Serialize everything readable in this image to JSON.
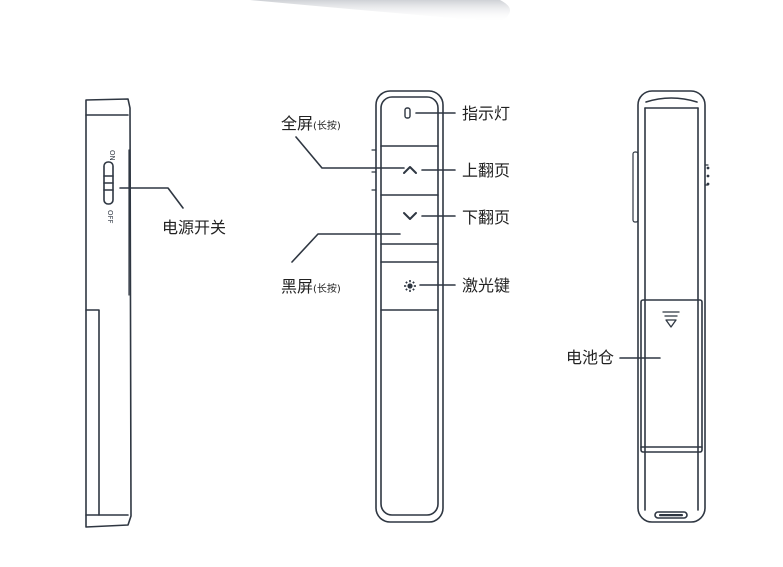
{
  "labels": {
    "power_switch": "电源开关",
    "fullscreen": "全屏",
    "fullscreen_note": "(长按)",
    "blackscreen": "黑屏",
    "blackscreen_note": "(长按)",
    "indicator": "指示灯",
    "page_up": "上翻页",
    "page_down": "下翻页",
    "laser": "激光键",
    "battery": "电池仓"
  },
  "switch_marks": {
    "on": "ON",
    "off": "OFF"
  },
  "icons": {
    "indicator": "indicator-light-icon",
    "page_up": "chevron-up-icon",
    "page_down": "chevron-down-icon",
    "laser": "laser-sun-icon",
    "battery": "battery-arrow-icon"
  },
  "colors": {
    "outline": "#2f3742",
    "text": "#222222",
    "background": "#ffffff"
  }
}
